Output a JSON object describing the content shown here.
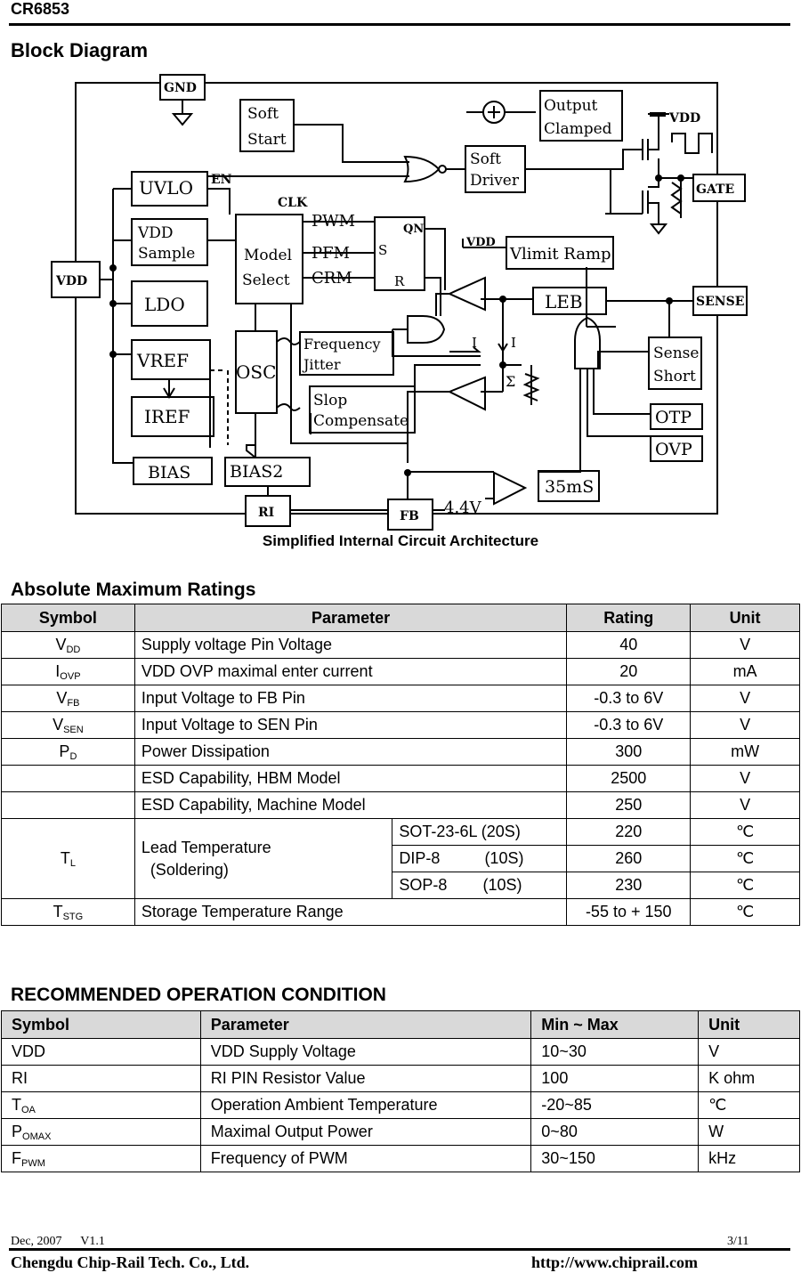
{
  "header": {
    "title": "CR6853"
  },
  "block_section": {
    "heading": "Block Diagram",
    "caption": "Simplified Internal Circuit Architecture",
    "diagram": {
      "gnd": "GND",
      "soft_start_1": "Soft",
      "soft_start_2": "Start",
      "output_clamped_1": "Output",
      "output_clamped_2": "Clamped",
      "vdd_top": "VDD",
      "soft_driver_1": "Soft",
      "soft_driver_2": "Driver",
      "gate": "GATE",
      "uvlo": "UVLO",
      "en": "EN",
      "clk": "CLK",
      "vdd_sample_1": "VDD",
      "vdd_sample_2": "Sample",
      "model_select_1": "Model",
      "model_select_2": "Select",
      "pwm": "PWM",
      "pfm": "PFM",
      "crm": "CRM",
      "latch_qn": "QN",
      "latch_s": "S",
      "latch_r": "R",
      "vdd_pin": "VDD",
      "vdd_ramp": "VDD",
      "vlimit_ramp": "Vlimit Ramp",
      "ldo": "LDO",
      "leb": "LEB",
      "sense": "SENSE",
      "freq_jitter_1": "Frequency",
      "freq_jitter_2": "Jitter",
      "i_label_1": "I",
      "i_label_2": "I",
      "sigma": "Σ",
      "vref": "VREF",
      "osc": "OSC",
      "sense_short_1": "Sense",
      "sense_short_2": "Short",
      "slop_comp_1": "Slop",
      "slop_comp_2": "Compensate",
      "iref": "IREF",
      "otp": "OTP",
      "ovp": "OVP",
      "bias": "BIAS",
      "bias2": "BIAS2",
      "t35ms": "35mS",
      "ri": "RI",
      "fb": "FB",
      "v44": "4.4V"
    }
  },
  "abs_section": {
    "heading": "Absolute Maximum Ratings",
    "headers": [
      "Symbol",
      "Parameter",
      "Rating",
      "Unit"
    ],
    "rows": [
      {
        "sym": "V",
        "sub": "DD",
        "param": "Supply voltage Pin Voltage",
        "rating": "40",
        "unit": "V"
      },
      {
        "sym": "I",
        "sub": "OVP",
        "param": "VDD OVP maximal enter current",
        "rating": "20",
        "unit": "mA"
      },
      {
        "sym": "V",
        "sub": "FB",
        "param": "Input Voltage to FB Pin",
        "rating": "-0.3 to 6V",
        "unit": "V"
      },
      {
        "sym": "V",
        "sub": "SEN",
        "param": "Input Voltage to SEN Pin",
        "rating": "-0.3 to 6V",
        "unit": "V"
      },
      {
        "sym": "P",
        "sub": "D",
        "param": "Power Dissipation",
        "rating": "300",
        "unit": "mW"
      },
      {
        "sym": "",
        "sub": "",
        "param": "ESD Capability, HBM Model",
        "rating": "2500",
        "unit": "V"
      },
      {
        "sym": "",
        "sub": "",
        "param": "ESD Capability, Machine Model",
        "rating": "250",
        "unit": "V"
      }
    ],
    "lead": {
      "sym": "T",
      "sub": "L",
      "param_1": "Lead Temperature",
      "param_2": "(Soldering)",
      "pkgs": [
        {
          "pkg": "SOT-23-6L (20S)",
          "rating": "220",
          "unit": "℃"
        },
        {
          "pkg": "DIP-8          (10S)",
          "rating": "260",
          "unit": "℃"
        },
        {
          "pkg": "SOP-8        (10S)",
          "rating": "230",
          "unit": "℃"
        }
      ]
    },
    "storage": {
      "sym": "T",
      "sub": "STG",
      "param": "Storage Temperature Range",
      "rating": "-55 to + 150",
      "unit": "℃"
    }
  },
  "rec_section": {
    "heading": "RECOMMENDED OPERATION CONDITION",
    "headers": [
      "Symbol",
      "Parameter",
      "Min ~ Max",
      "Unit"
    ],
    "rows": [
      {
        "sym": "VDD",
        "sub": "",
        "param": "VDD Supply Voltage",
        "range": "10~30",
        "unit": "V"
      },
      {
        "sym": "RI",
        "sub": "",
        "param": "RI PIN Resistor Value",
        "range": "100",
        "unit": "K ohm"
      },
      {
        "sym": "T",
        "sub": "OA",
        "param": "Operation Ambient Temperature",
        "range": "-20~85",
        "unit": "℃"
      },
      {
        "sym": "P",
        "sub": "OMAX",
        "param": "Maximal Output Power",
        "range": "0~80",
        "unit": "W"
      },
      {
        "sym": "F",
        "sub": "PWM",
        "param": "Frequency of PWM",
        "range": "30~150",
        "unit": "kHz"
      }
    ]
  },
  "footer": {
    "left": "Dec, 2007      V1.1",
    "page": "3/11",
    "company": "Chengdu Chip-Rail Tech. Co., Ltd.",
    "url": "http://www.chiprail.com"
  }
}
